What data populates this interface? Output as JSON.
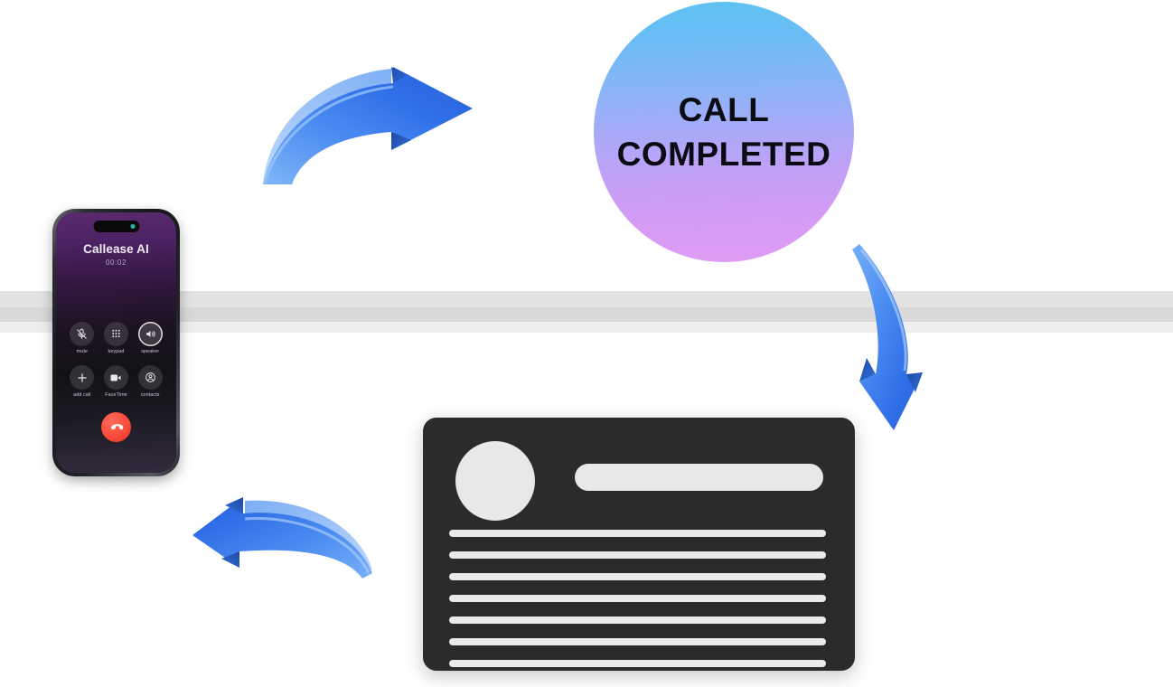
{
  "scene": {
    "title": "Call completed cycle diagram",
    "background_color": "#ffffff"
  },
  "badge": {
    "name": "call-completed-badge",
    "line1": "CALL",
    "line2": "COMPLETED",
    "gradient_from": "#5fc3f2",
    "gradient_to": "#df9df2",
    "text_color": "#0b0b14"
  },
  "phone": {
    "caller_name": "Callease AI",
    "call_timer": "00:02",
    "screen_gradient_from": "#5a2a6e",
    "screen_gradient_to": "#131216",
    "status_dot_color": "#1fb9a8",
    "actions": [
      {
        "icon": "microphone-muted-icon",
        "label": "mute",
        "active": false
      },
      {
        "icon": "keypad-icon",
        "label": "keypad",
        "active": false
      },
      {
        "icon": "speaker-icon",
        "label": "speaker",
        "active": true
      },
      {
        "icon": "plus-icon",
        "label": "add call",
        "active": false
      },
      {
        "icon": "facetime-icon",
        "label": "FaceTime",
        "active": false
      },
      {
        "icon": "contacts-icon",
        "label": "contacts",
        "active": false
      }
    ],
    "end_call": {
      "icon": "end-call-icon",
      "color": "#fa4a3a"
    }
  },
  "transcript_card": {
    "name": "call-transcript-card",
    "background_color": "#2b2b2b",
    "placeholder_color": "#e8e8e8",
    "avatar": "avatar-placeholder",
    "title_bar": "title-placeholder",
    "body_line_count": 7
  },
  "arrows": [
    {
      "name": "arrow-top-right",
      "direction": "up-right",
      "color": "#3c82f0"
    },
    {
      "name": "arrow-right-down",
      "direction": "down",
      "color": "#3c82f0"
    },
    {
      "name": "arrow-bottom-left",
      "direction": "left",
      "color": "#3c82f0"
    }
  ]
}
